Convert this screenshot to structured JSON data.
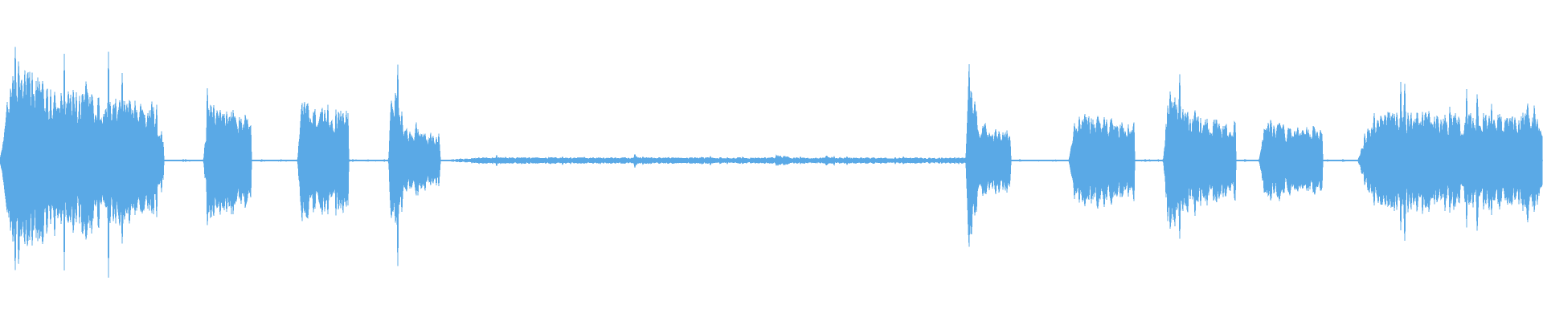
{
  "waveform": {
    "color": "#5aa9e6",
    "background": "#ffffff",
    "duration": 1.0,
    "amplitude_scale": 1.0,
    "segments": [
      {
        "label": "burst",
        "start": 0.0,
        "end": 0.102,
        "peak": 0.72,
        "sustain": 0.35,
        "decay": 2.4
      },
      {
        "label": "transient",
        "start": 0.1,
        "end": 0.106,
        "peak": 0.52,
        "sustain": 0.2,
        "decay": 8.0
      },
      {
        "label": "burst",
        "start": 0.132,
        "end": 0.163,
        "peak": 0.38,
        "sustain": 0.3,
        "decay": 1.4
      },
      {
        "label": "burst",
        "start": 0.193,
        "end": 0.226,
        "peak": 0.41,
        "sustain": 0.3,
        "decay": 1.6
      },
      {
        "label": "transient",
        "start": 0.252,
        "end": 0.285,
        "peak": 0.92,
        "sustain": 0.18,
        "decay": 6.5
      },
      {
        "label": "quiet",
        "start": 0.285,
        "end": 0.626,
        "peak": 0.02,
        "sustain": 0.01,
        "decay": 0.3
      },
      {
        "label": "click",
        "start": 0.411,
        "end": 0.415,
        "peak": 0.06,
        "sustain": 0.02,
        "decay": 5.0
      },
      {
        "label": "click",
        "start": 0.502,
        "end": 0.513,
        "peak": 0.04,
        "sustain": 0.02,
        "decay": 2.0
      },
      {
        "label": "click",
        "start": 0.535,
        "end": 0.54,
        "peak": 0.06,
        "sustain": 0.02,
        "decay": 5.0
      },
      {
        "label": "transient",
        "start": 0.626,
        "end": 0.655,
        "peak": 0.94,
        "sustain": 0.2,
        "decay": 6.5
      },
      {
        "label": "burst",
        "start": 0.693,
        "end": 0.735,
        "peak": 0.34,
        "sustain": 0.24,
        "decay": 1.6
      },
      {
        "label": "transient",
        "start": 0.754,
        "end": 0.801,
        "peak": 0.6,
        "sustain": 0.25,
        "decay": 4.2
      },
      {
        "label": "burst",
        "start": 0.816,
        "end": 0.857,
        "peak": 0.29,
        "sustain": 0.2,
        "decay": 1.7
      },
      {
        "label": "burst",
        "start": 0.88,
        "end": 1.0,
        "peak": 0.32,
        "sustain": 0.3,
        "decay": 0.8
      }
    ]
  }
}
